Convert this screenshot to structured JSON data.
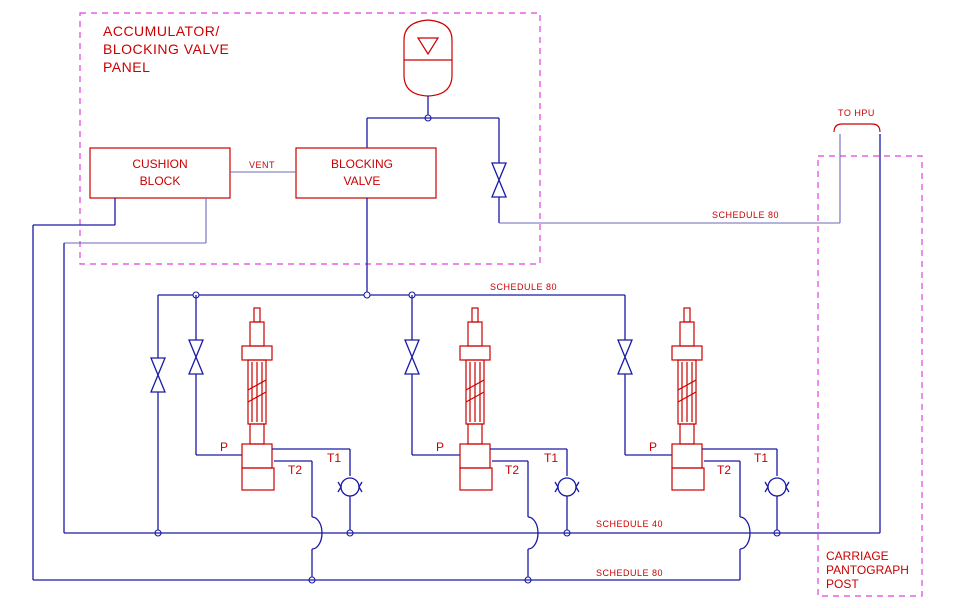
{
  "labels": {
    "panel_title_1": "ACCUMULATOR/",
    "panel_title_2": "BLOCKING VALVE",
    "panel_title_3": "PANEL",
    "cushion_1": "CUSHION",
    "cushion_2": "BLOCK",
    "blocking_1": "BLOCKING",
    "blocking_2": "VALVE",
    "vent": "VENT",
    "to_hpu": "TO HPU",
    "schedule_80_top": "SCHEDULE 80",
    "schedule_80_mid": "SCHEDULE 80",
    "schedule_40": "SCHEDULE 40",
    "schedule_80_bottom": "SCHEDULE 80",
    "carriage_1": "CARRIAGE",
    "carriage_2": "PANTOGRAPH",
    "carriage_3": "POST"
  },
  "ports": {
    "p": "P",
    "t1": "T1",
    "t2": "T2"
  },
  "colors": {
    "pipe": "#1a1aa8",
    "label": "#cc0000",
    "panel_border": "#e040e0"
  }
}
